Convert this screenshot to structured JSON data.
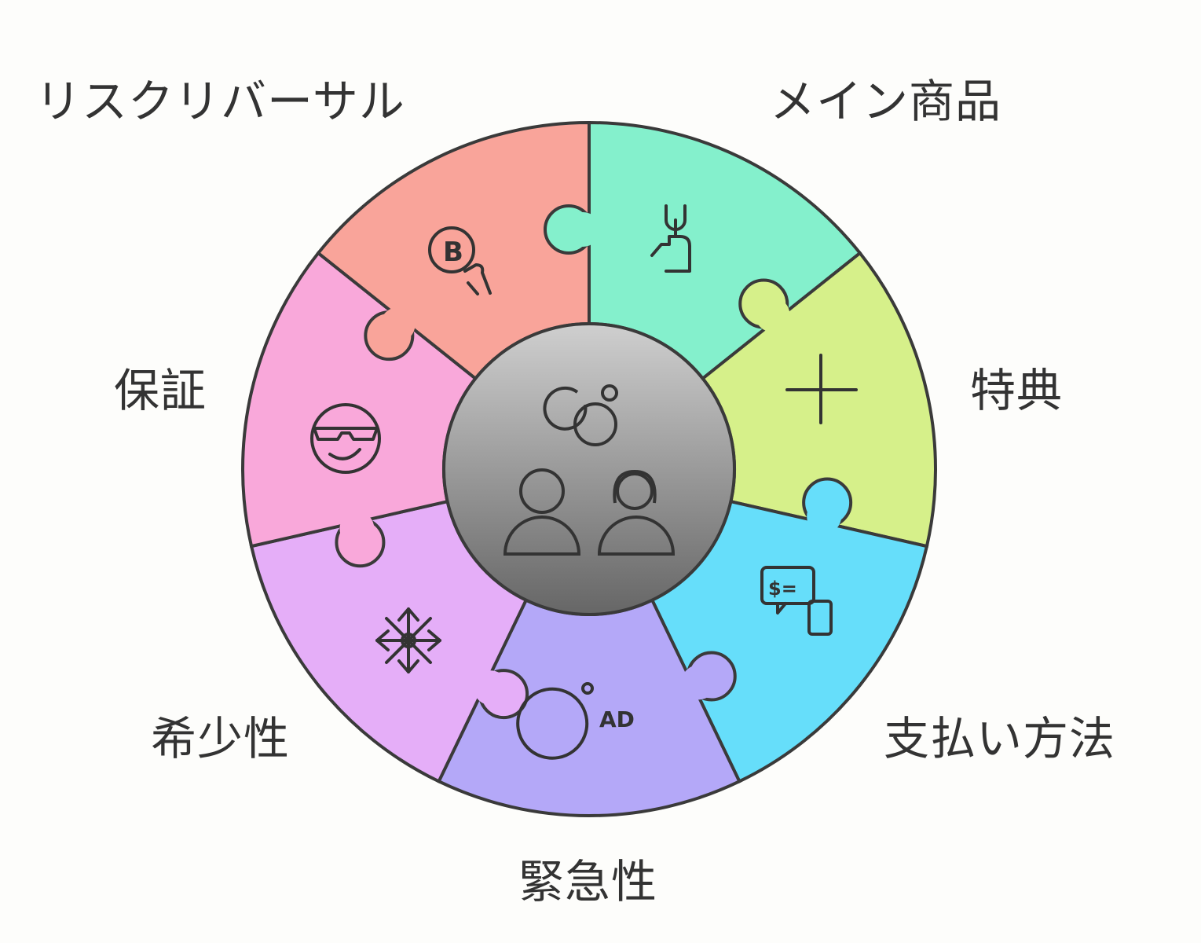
{
  "title": "Offer puzzle diagram",
  "center": {
    "icon": "people-with-rings-icon",
    "fill_top": "#c8c8c8",
    "fill_bottom": "#6c6c6c"
  },
  "segments": [
    {
      "id": "main-product",
      "label": "メイン商品",
      "color": "#84f0cc",
      "icon": "wrench-thumbs-up-icon"
    },
    {
      "id": "bonus",
      "label": "特典",
      "color": "#d6f08a",
      "icon": "plus-icon"
    },
    {
      "id": "payment-method",
      "label": "支払い方法",
      "color": "#66defa",
      "icon": "payment-chat-phone-icon"
    },
    {
      "id": "urgency",
      "label": "緊急性",
      "color": "#b4a8f8",
      "icon": "ad-timer-icon"
    },
    {
      "id": "scarcity",
      "label": "希少性",
      "color": "#e5aef8",
      "icon": "snowflake-icon"
    },
    {
      "id": "guarantee",
      "label": "保証",
      "color": "#f9a8da",
      "icon": "sunglasses-face-icon"
    },
    {
      "id": "risk-reversal",
      "label": "リスクリバーサル",
      "color": "#f9a49a",
      "icon": "bitcoin-hand-icon"
    }
  ],
  "stroke_color": "#3a3a3a"
}
